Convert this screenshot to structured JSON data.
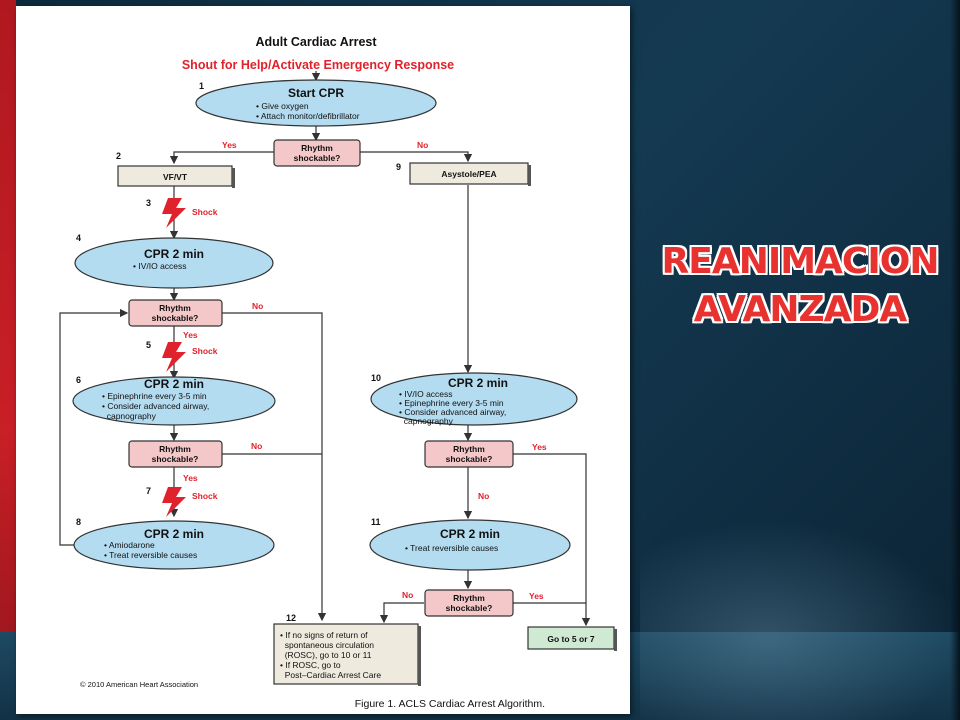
{
  "slide": {
    "title_line1": "REANIMACION",
    "title_line2": "AVANZADA",
    "accent_color": "#e8322f",
    "band_color": "#c91f27"
  },
  "figure": {
    "heading": "Adult Cardiac Arrest",
    "subheading": "Shout for Help/Activate Emergency Response",
    "caption": "Figure 1. ACLS Cardiac Arrest Algorithm.",
    "copyright": "© 2010 American Heart Association",
    "colors": {
      "ellipse": "#b4dcf1",
      "decision": "#f4c7c9",
      "rhythm_box": "#efeade",
      "go_box": "#cfe9d3",
      "red": "#e0222c"
    }
  },
  "nodes": {
    "n1": {
      "num": "1",
      "title": "Start CPR",
      "lines": [
        "• Give oxygen",
        "• Attach monitor/defibrillator"
      ]
    },
    "d1": {
      "lines": [
        "Rhythm",
        "shockable?"
      ]
    },
    "n2": {
      "num": "2",
      "label": "VF/VT"
    },
    "n9": {
      "num": "9",
      "label": "Asystole/PEA"
    },
    "n3": {
      "num": "3",
      "label": "Shock"
    },
    "n4": {
      "num": "4",
      "title": "CPR 2 min",
      "lines": [
        "• IV/IO access"
      ]
    },
    "d2": {
      "lines": [
        "Rhythm",
        "shockable?"
      ]
    },
    "n5": {
      "num": "5",
      "label": "Shock"
    },
    "n6": {
      "num": "6",
      "title": "CPR 2 min",
      "lines": [
        "• Epinephrine every 3-5 min",
        "• Consider advanced airway,",
        "  capnography"
      ]
    },
    "d3": {
      "lines": [
        "Rhythm",
        "shockable?"
      ]
    },
    "n7": {
      "num": "7",
      "label": "Shock"
    },
    "n8": {
      "num": "8",
      "title": "CPR 2 min",
      "lines": [
        "• Amiodarone",
        "• Treat reversible causes"
      ]
    },
    "n10": {
      "num": "10",
      "title": "CPR 2 min",
      "lines": [
        "• IV/IO access",
        "• Epinephrine every 3-5 min",
        "• Consider advanced airway,",
        "  capnography"
      ]
    },
    "d4": {
      "lines": [
        "Rhythm",
        "shockable?"
      ]
    },
    "n11": {
      "num": "11",
      "title": "CPR 2 min",
      "lines": [
        "• Treat reversible causes"
      ]
    },
    "d5": {
      "lines": [
        "Rhythm",
        "shockable?"
      ]
    },
    "n12": {
      "num": "12",
      "lines": [
        "• If no signs of return of",
        "  spontaneous circulation",
        "  (ROSC), go to 10 or 11",
        "• If ROSC, go to",
        "  Post–Cardiac Arrest Care"
      ]
    },
    "go": {
      "label": "Go to 5 or 7"
    }
  },
  "edges": {
    "d1_yes": "Yes",
    "d1_no": "No",
    "d2_no": "No",
    "d2_yes": "Yes",
    "d3_no": "No",
    "d3_yes": "Yes",
    "d4_yes": "Yes",
    "d4_no": "No",
    "d5_no": "No",
    "d5_yes": "Yes"
  }
}
